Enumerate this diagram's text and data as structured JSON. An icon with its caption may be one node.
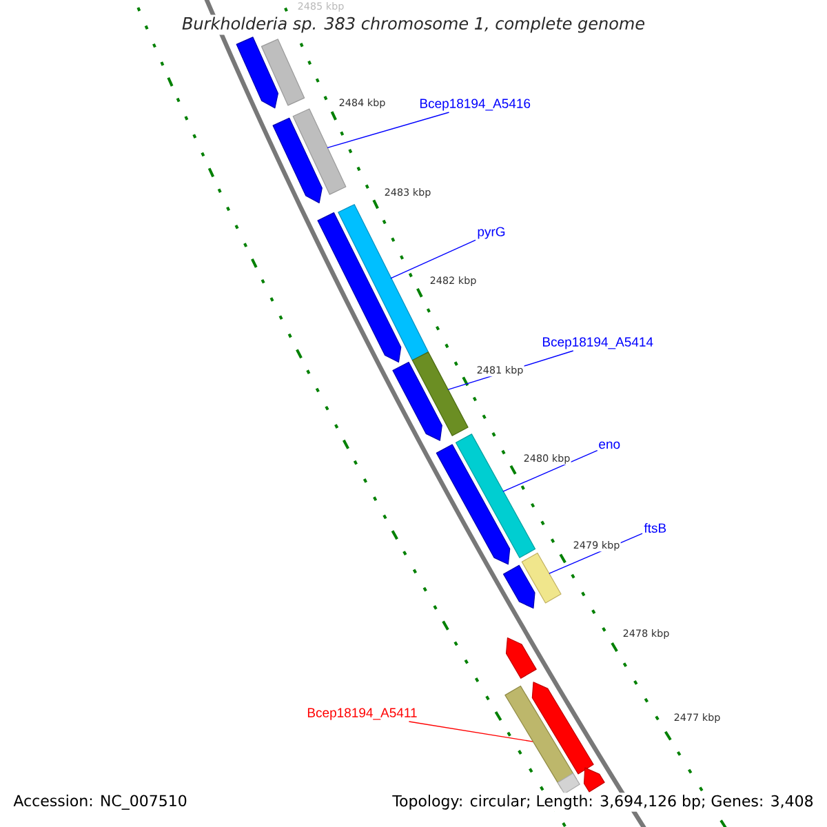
{
  "diagram": {
    "title": "Burkholderia sp. 383 chromosome 1, complete genome",
    "nodes": [
      {
        "text": [
          "Bcep18194_A5416"
        ]
      },
      {
        "text": [
          "pyrG"
        ]
      },
      {
        "text": [
          "Bcep18194_A5414"
        ]
      },
      {
        "text": [
          "eno"
        ]
      },
      {
        "text": [
          "ftsB"
        ]
      },
      {
        "text": [
          "Bcep18194_A5411"
        ]
      },
      {
        "text": [],
        "shape": "bar"
      },
      {
        "text": [],
        "shape": "bar"
      },
      {
        "text": [],
        "shape": "bar"
      },
      {
        "text": [],
        "shape": "bar"
      },
      {
        "text": [],
        "shape": "bar"
      },
      {
        "text": [],
        "shape": "bar"
      },
      {
        "text": [],
        "shape": "bar"
      },
      {
        "text": [],
        "shape": "bar"
      },
      {
        "text": [],
        "shape": "arrow"
      },
      {
        "text": [],
        "shape": "arrow"
      },
      {
        "text": [],
        "shape": "arrow"
      },
      {
        "text": [],
        "shape": "arrow"
      },
      {
        "text": [],
        "shape": "arrow"
      },
      {
        "text": [],
        "shape": "arrow"
      },
      {
        "text": [],
        "shape": "arrow"
      },
      {
        "text": [],
        "shape": "arrow"
      },
      {
        "text": [],
        "shape": "arrow"
      }
    ],
    "edges": [
      {
        "from": 0,
        "to": 7,
        "arrow": "none"
      },
      {
        "from": 1,
        "to": 8,
        "arrow": "none"
      },
      {
        "from": 2,
        "to": 9,
        "arrow": "none"
      },
      {
        "from": 3,
        "to": 10,
        "arrow": "none"
      },
      {
        "from": 4,
        "to": 11,
        "arrow": "none"
      },
      {
        "from": 5,
        "to": 12,
        "arrow": "none",
        "color": "#ff0000"
      }
    ],
    "labels": [
      "2485 kbp",
      "2484 kbp",
      "2483 kbp",
      "2482 kbp",
      "2481 kbp",
      "2480 kbp",
      "2479 kbp",
      "2478 kbp",
      "2477 kbp",
      "Accession: NC_007510",
      "Topology: circular; Length: 3,694,126 bp; Genes: 3,408"
    ]
  }
}
